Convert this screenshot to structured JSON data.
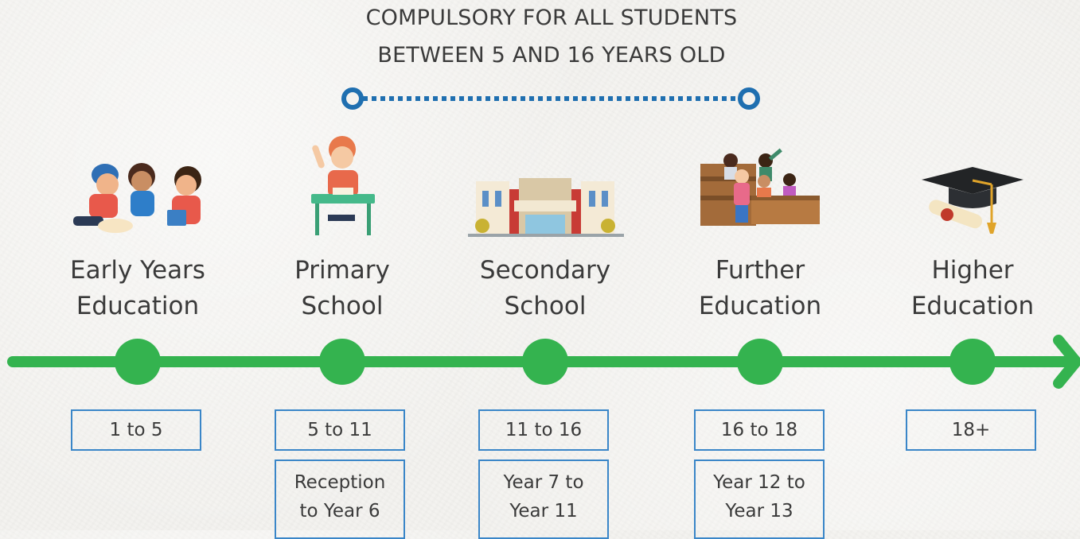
{
  "header": {
    "line1": "COMPULSORY FOR ALL STUDENTS",
    "line2": "BETWEEN 5 AND 16 YEARS OLD"
  },
  "colors": {
    "timeline": "#34b34f",
    "box_border": "#3a86c8",
    "bracket": "#1f6fb0",
    "text": "#3a3a3a"
  },
  "stages": [
    {
      "line1": "Early Years",
      "line2": "Education",
      "ages": "1 to 5",
      "icon": "children-playing-icon"
    },
    {
      "line1": "Primary",
      "line2": "School",
      "ages": "5 to 11",
      "years": "Reception\nto Year 6",
      "icon": "student-at-desk-icon"
    },
    {
      "line1": "Secondary",
      "line2": "School",
      "ages": "11 to 16",
      "years": "Year 7 to\nYear 11",
      "icon": "school-building-icon"
    },
    {
      "line1": "Further",
      "line2": "Education",
      "ages": "16 to 18",
      "years": "Year 12 to\nYear 13",
      "icon": "lecture-hall-icon"
    },
    {
      "line1": "Higher",
      "line2": "Education",
      "ages": "18+",
      "icon": "graduation-cap-icon"
    }
  ]
}
